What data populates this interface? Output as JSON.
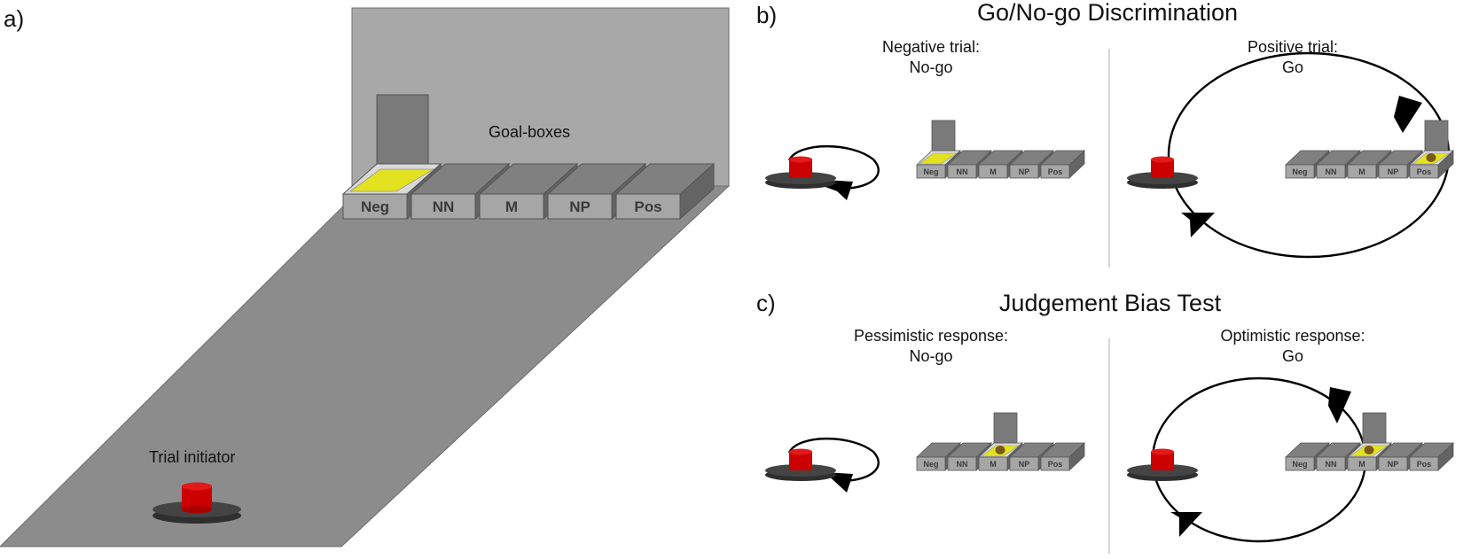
{
  "panels": {
    "a": {
      "letter": "a)",
      "goal_boxes_label": "Goal-boxes",
      "trial_initiator_label": "Trial initiator",
      "boxes": [
        "Neg",
        "NN",
        "M",
        "NP",
        "Pos"
      ]
    },
    "b": {
      "letter": "b)",
      "title": "Go/No-go Discrimination",
      "left": {
        "line1": "Negative trial:",
        "line2": "No-go",
        "active_box": "Neg",
        "reward": false
      },
      "right": {
        "line1": "Positive trial:",
        "line2": "Go",
        "active_box": "Pos",
        "reward": true
      }
    },
    "c": {
      "letter": "c)",
      "title": "Judgement Bias Test",
      "left": {
        "line1": "Pessimistic response:",
        "line2": "No-go",
        "active_box": "M",
        "reward": true
      },
      "right": {
        "line1": "Optimistic response:",
        "line2": "Go",
        "active_box": "M",
        "reward": true
      }
    }
  },
  "colors": {
    "wall": "#a8a8a8",
    "floor": "#8c8c8c",
    "box_top": "#808080",
    "box_front": "#a6a6a6",
    "box_side": "#646464",
    "yellow_lit": "#e2e221",
    "reward_pellet": "#7a5a1a",
    "button_red": "#cc0000",
    "button_base": "#3c3c3c"
  }
}
